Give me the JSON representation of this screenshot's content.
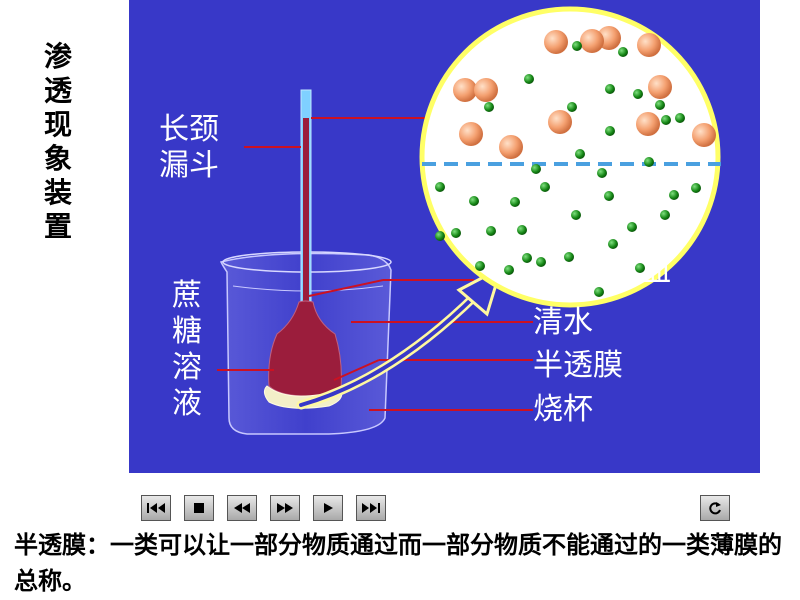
{
  "side_title": "渗透现象装置",
  "labels": {
    "funnel": "长颈漏斗",
    "sucrose": "蔗糖溶液",
    "water": "清水",
    "membrane": "半透膜",
    "beaker": "烧杯",
    "partial": "血"
  },
  "controls": [
    {
      "name": "first-slide-button",
      "icon": "skip-first-icon"
    },
    {
      "name": "stop-button",
      "icon": "stop-icon"
    },
    {
      "name": "rewind-button",
      "icon": "rewind-icon"
    },
    {
      "name": "fast-forward-button",
      "icon": "fast-forward-icon"
    },
    {
      "name": "play-button",
      "icon": "play-icon"
    },
    {
      "name": "last-slide-button",
      "icon": "skip-last-icon"
    },
    {
      "name": "return-button",
      "icon": "return-icon"
    }
  ],
  "definition": "半透膜：一类可以让一部分物质通过而一部分物质不能通过的一类薄膜的总称。",
  "colors": {
    "panel": "#3838c8",
    "solution": "#9b1d3c",
    "pointer_line": "#cc1122",
    "magnifier_border": "#ffff66",
    "membrane_line": "#4aa0e0",
    "sugar_molecule": "#f4a070",
    "water_molecule": "#1a8a1a"
  }
}
